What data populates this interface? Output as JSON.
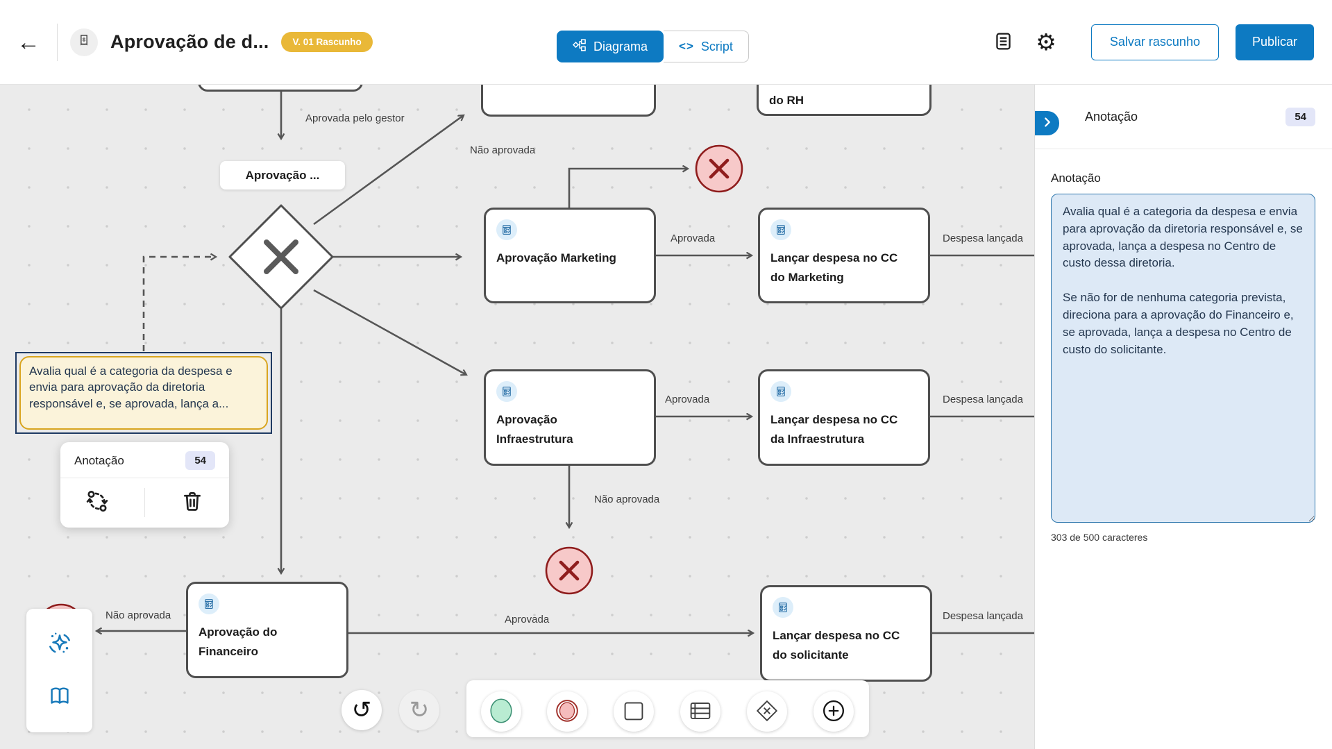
{
  "header": {
    "back_icon": "←",
    "title": "Aprovação de d...",
    "version_badge": "V. 01 Rascunho",
    "tabs": {
      "diagram": "Diagrama",
      "script": "Script",
      "script_icon": "<>"
    },
    "save_draft": "Salvar rascunho",
    "publish": "Publicar",
    "gear_icon": "⚙"
  },
  "panel": {
    "title": "Anotação",
    "badge": "54",
    "field_label": "Anotação",
    "textarea_value": "Avalia qual é a categoria da despesa e envia para aprovação da diretoria responsável e, se aprovada, lança a despesa no Centro de custo dessa diretoria.\n\nSe não for de nenhuma categoria prevista, direciona para a aprovação do Financeiro e, se aprovada, lança a despesa no Centro de custo do solicitante.",
    "char_count": "303 de 500 caracteres"
  },
  "popup": {
    "title": "Anotação",
    "badge": "54"
  },
  "canvas": {
    "nodes": {
      "gateway_chip": "Aprovação ...",
      "rh_partial": "do RH",
      "marketing": "Aprovação Marketing",
      "launch_marketing": "Lançar despesa no CC\ndo Marketing",
      "infra": "Aprovação\nInfraestrutura",
      "launch_infra": "Lançar despesa no CC\nda Infraestrutura",
      "financeiro": "Aprovação do\nFinanceiro",
      "launch_solicitante": "Lançar despesa no CC\ndo solicitante",
      "annotation": "Avalia qual é a categoria da despesa e envia para aprovação da diretoria responsável e, se aprovada, lança a..."
    },
    "edge_labels": {
      "approved_by_manager": "Aprovada pelo gestor",
      "not_approved_top": "Não aprovada",
      "approved_marketing": "Aprovada",
      "expense_posted_marketing": "Despesa lançada",
      "approved_infra": "Aprovada",
      "expense_posted_infra": "Despesa lançada",
      "not_approved_infra": "Não aprovada",
      "not_approved_financeiro": "Não aprovada",
      "approved_financeiro": "Aprovada",
      "expense_posted_solicitante": "Despesa lançada"
    },
    "undo_icon": "↺",
    "redo_icon": "↻"
  },
  "colors": {
    "accent": "#0d7ac2",
    "badge_yellow": "#e9b838",
    "end_event_fill": "#f7c9c9",
    "end_event_stroke": "#8f1d1d",
    "node_border": "#4f4f4f",
    "edge": "#555555",
    "annotation_fill": "#fbf3da",
    "annotation_border": "#d9a520",
    "selection_outline": "#1f3a63",
    "textarea_fill": "#dde9f6",
    "textarea_border": "#2e77ad",
    "badge_lavender": "#e3e6f8",
    "canvas_bg": "#ebebeb",
    "icon_blue": "#2b71a8",
    "icon_circle_bg": "#ddeefa",
    "start_event_fill": "#b9ecd2",
    "start_event_stroke": "#3a8f72"
  }
}
